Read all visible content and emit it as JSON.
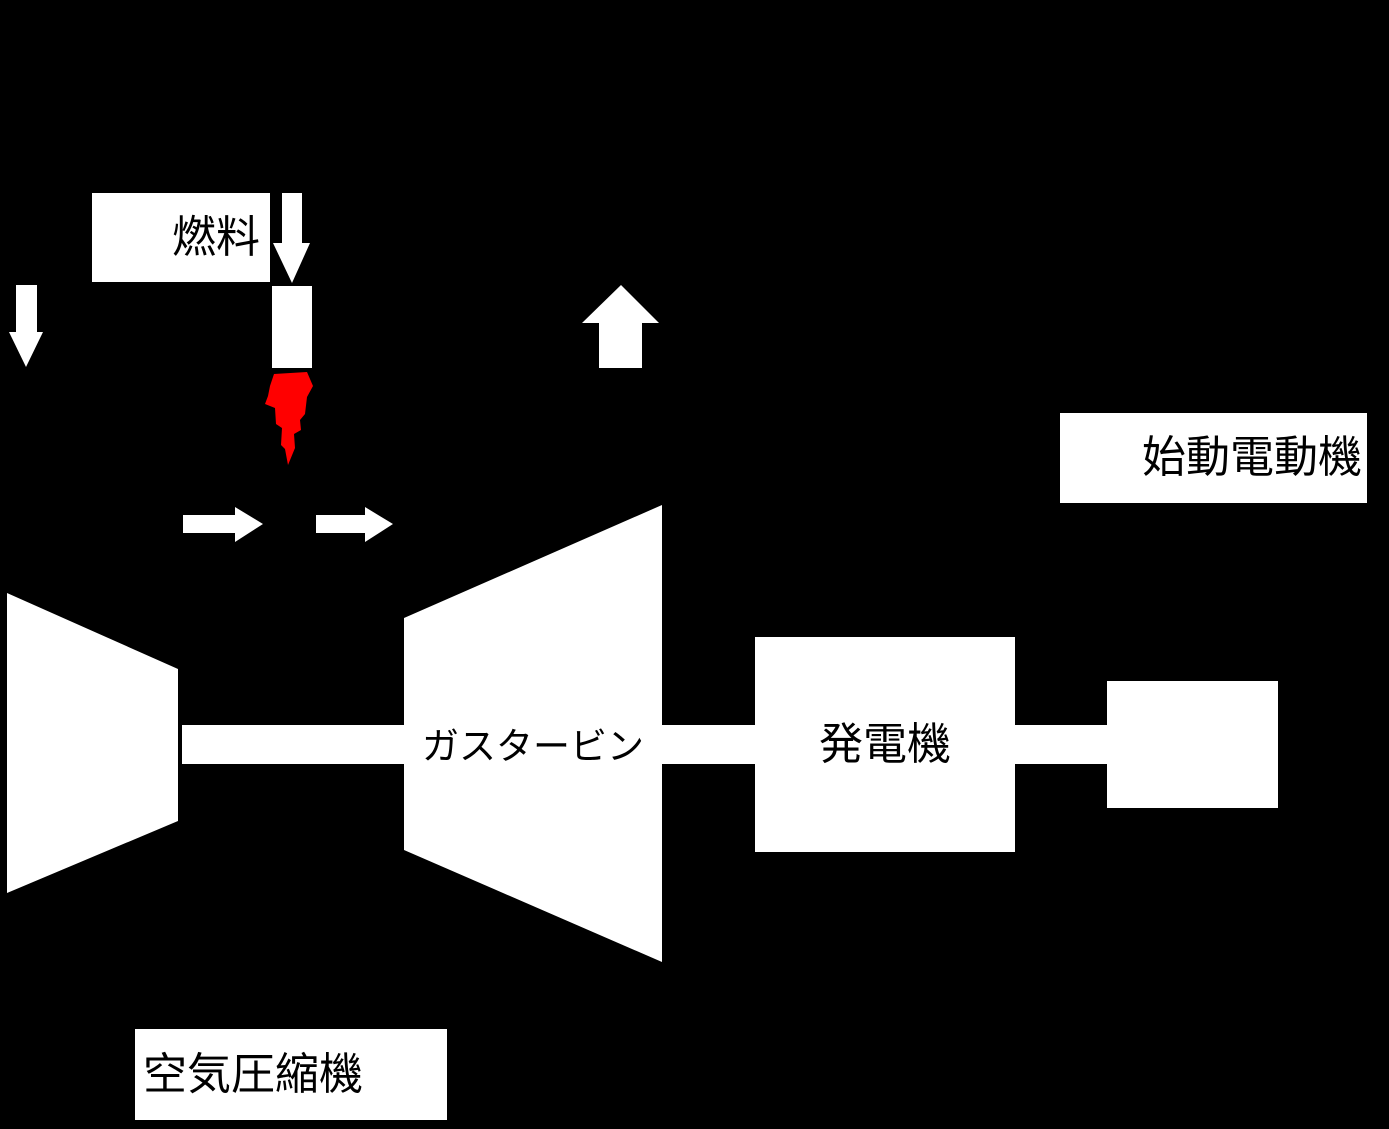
{
  "colors": {
    "background": "#000000",
    "shape_fill": "#ffffff",
    "flame": "#ff0000",
    "label_text": "#000000",
    "label_bg": "#ffffff"
  },
  "labels": {
    "fuel": "燃料",
    "starter_motor": "始動電動機",
    "gas_turbine": "ガスタービン",
    "generator": "発電機",
    "air_compressor": "空気圧縮機"
  }
}
